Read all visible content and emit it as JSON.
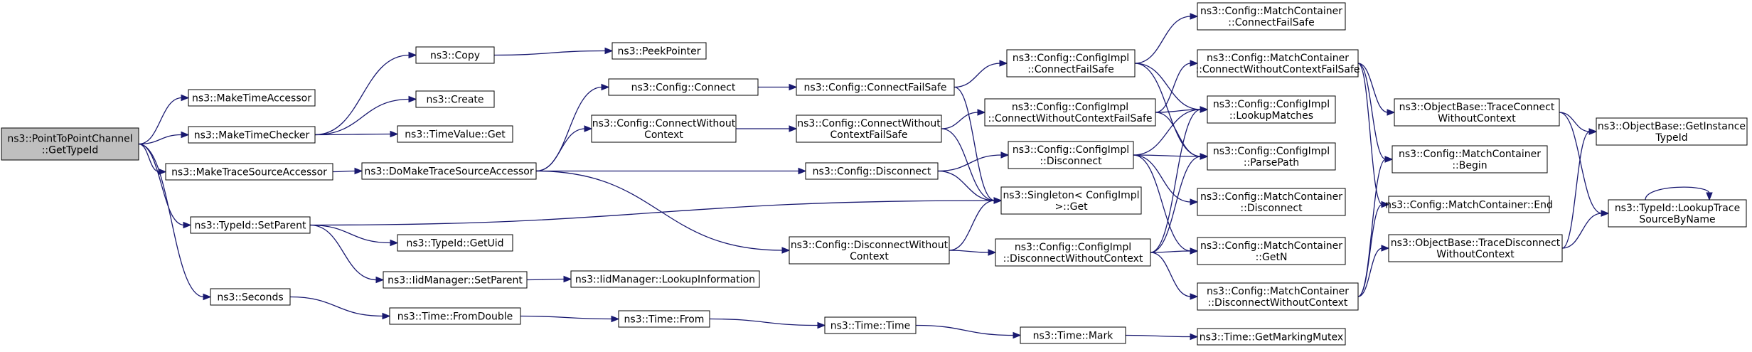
{
  "graph": {
    "edge_color": "#191970",
    "root_fill": "#bfbfbf",
    "nodes": [
      {
        "id": "root",
        "lines": [
          "ns3::PointToPointChannel",
          "::GetTypeId"
        ]
      },
      {
        "id": "makeTimeAccessor",
        "lines": [
          "ns3::MakeTimeAccessor"
        ]
      },
      {
        "id": "makeTimeChecker",
        "lines": [
          "ns3::MakeTimeChecker"
        ]
      },
      {
        "id": "makeTraceSourceAccessor",
        "lines": [
          "ns3::MakeTraceSourceAccessor"
        ]
      },
      {
        "id": "typeIdSetParent",
        "lines": [
          "ns3::TypeId::SetParent"
        ]
      },
      {
        "id": "seconds",
        "lines": [
          "ns3::Seconds"
        ]
      },
      {
        "id": "copy",
        "lines": [
          "ns3::Copy"
        ]
      },
      {
        "id": "create",
        "lines": [
          "ns3::Create"
        ]
      },
      {
        "id": "timeValueGet",
        "lines": [
          "ns3::TimeValue::Get"
        ]
      },
      {
        "id": "doMakeTraceSourceAccessor",
        "lines": [
          "ns3::DoMakeTraceSourceAccessor"
        ]
      },
      {
        "id": "getUid",
        "lines": [
          "ns3::TypeId::GetUid"
        ]
      },
      {
        "id": "iidSetParent",
        "lines": [
          "ns3::IidManager::SetParent"
        ]
      },
      {
        "id": "timeFromDouble",
        "lines": [
          "ns3::Time::FromDouble"
        ]
      },
      {
        "id": "peekPointer",
        "lines": [
          "ns3::PeekPointer"
        ]
      },
      {
        "id": "configConnect",
        "lines": [
          "ns3::Config::Connect"
        ]
      },
      {
        "id": "configConnectWithoutContext",
        "lines": [
          "ns3::Config::ConnectWithout",
          "Context"
        ]
      },
      {
        "id": "iidLookupInformation",
        "lines": [
          "ns3::IidManager::LookupInformation"
        ]
      },
      {
        "id": "timeFrom",
        "lines": [
          "ns3::Time::From"
        ]
      },
      {
        "id": "configConnectFailSafe",
        "lines": [
          "ns3::Config::ConnectFailSafe"
        ]
      },
      {
        "id": "configConnectWithoutContextFailSafe",
        "lines": [
          "ns3::Config::ConnectWithout",
          "ContextFailSafe"
        ]
      },
      {
        "id": "configDisconnect",
        "lines": [
          "ns3::Config::Disconnect"
        ]
      },
      {
        "id": "configDisconnectWithoutContext",
        "lines": [
          "ns3::Config::DisconnectWithout",
          "Context"
        ]
      },
      {
        "id": "timeTime",
        "lines": [
          "ns3::Time::Time"
        ]
      },
      {
        "id": "implConnectFailSafe",
        "lines": [
          "ns3::Config::ConfigImpl",
          "::ConnectFailSafe"
        ]
      },
      {
        "id": "implConnectWithoutContextFailSafe",
        "lines": [
          "ns3::Config::ConfigImpl",
          "::ConnectWithoutContextFailSafe"
        ]
      },
      {
        "id": "implDisconnect",
        "lines": [
          "ns3::Config::ConfigImpl",
          "::Disconnect"
        ]
      },
      {
        "id": "singletonGet",
        "lines": [
          "ns3::Singleton< ConfigImpl",
          ">::Get"
        ]
      },
      {
        "id": "implDisconnectWithoutContext",
        "lines": [
          "ns3::Config::ConfigImpl",
          "::DisconnectWithoutContext"
        ]
      },
      {
        "id": "timeMark",
        "lines": [
          "ns3::Time::Mark"
        ]
      },
      {
        "id": "mcConnectFailSafe",
        "lines": [
          "ns3::Config::MatchContainer",
          "::ConnectFailSafe"
        ]
      },
      {
        "id": "mcConnectWithoutContextFailSafe",
        "lines": [
          "ns3::Config::MatchContainer",
          "::ConnectWithoutContextFailSafe"
        ]
      },
      {
        "id": "implLookupMatches",
        "lines": [
          "ns3::Config::ConfigImpl",
          "::LookupMatches"
        ]
      },
      {
        "id": "implParsePath",
        "lines": [
          "ns3::Config::ConfigImpl",
          "::ParsePath"
        ]
      },
      {
        "id": "mcDisconnect",
        "lines": [
          "ns3::Config::MatchContainer",
          "::Disconnect"
        ]
      },
      {
        "id": "mcGetN",
        "lines": [
          "ns3::Config::MatchContainer",
          "::GetN"
        ]
      },
      {
        "id": "mcDisconnectWithoutContext",
        "lines": [
          "ns3::Config::MatchContainer",
          "::DisconnectWithoutContext"
        ]
      },
      {
        "id": "timeGetMarkingMutex",
        "lines": [
          "ns3::Time::GetMarkingMutex"
        ]
      },
      {
        "id": "obTraceConnectWithoutContext",
        "lines": [
          "ns3::ObjectBase::TraceConnect",
          "WithoutContext"
        ]
      },
      {
        "id": "mcBegin",
        "lines": [
          "ns3::Config::MatchContainer",
          "::Begin"
        ]
      },
      {
        "id": "mcEnd",
        "lines": [
          "ns3::Config::MatchContainer::End"
        ]
      },
      {
        "id": "obTraceDisconnectWithoutContext",
        "lines": [
          "ns3::ObjectBase::TraceDisconnect",
          "WithoutContext"
        ]
      },
      {
        "id": "obGetInstanceTypeId",
        "lines": [
          "ns3::ObjectBase::GetInstance",
          "TypeId"
        ]
      },
      {
        "id": "typeIdLookupTraceSourceByName",
        "lines": [
          "ns3::TypeId::LookupTrace",
          "SourceByName"
        ]
      }
    ],
    "edges": [
      [
        "root",
        "makeTimeAccessor"
      ],
      [
        "root",
        "makeTimeChecker"
      ],
      [
        "root",
        "makeTraceSourceAccessor"
      ],
      [
        "root",
        "typeIdSetParent"
      ],
      [
        "root",
        "seconds"
      ],
      [
        "makeTimeChecker",
        "copy"
      ],
      [
        "makeTimeChecker",
        "create"
      ],
      [
        "makeTimeChecker",
        "timeValueGet"
      ],
      [
        "copy",
        "peekPointer"
      ],
      [
        "makeTraceSourceAccessor",
        "doMakeTraceSourceAccessor"
      ],
      [
        "doMakeTraceSourceAccessor",
        "configConnect"
      ],
      [
        "doMakeTraceSourceAccessor",
        "configConnectWithoutContext"
      ],
      [
        "doMakeTraceSourceAccessor",
        "configDisconnect"
      ],
      [
        "doMakeTraceSourceAccessor",
        "configDisconnectWithoutContext"
      ],
      [
        "typeIdSetParent",
        "getUid"
      ],
      [
        "typeIdSetParent",
        "iidSetParent"
      ],
      [
        "typeIdSetParent",
        "singletonGet"
      ],
      [
        "iidSetParent",
        "iidLookupInformation"
      ],
      [
        "seconds",
        "timeFromDouble"
      ],
      [
        "timeFromDouble",
        "timeFrom"
      ],
      [
        "timeFrom",
        "timeTime"
      ],
      [
        "timeTime",
        "timeMark"
      ],
      [
        "timeMark",
        "timeGetMarkingMutex"
      ],
      [
        "configConnect",
        "configConnectFailSafe"
      ],
      [
        "configConnectWithoutContext",
        "configConnectWithoutContextFailSafe"
      ],
      [
        "configConnectFailSafe",
        "implConnectFailSafe"
      ],
      [
        "configConnectFailSafe",
        "singletonGet"
      ],
      [
        "configConnectWithoutContextFailSafe",
        "implConnectWithoutContextFailSafe"
      ],
      [
        "configConnectWithoutContextFailSafe",
        "singletonGet"
      ],
      [
        "configDisconnect",
        "implDisconnect"
      ],
      [
        "configDisconnect",
        "singletonGet"
      ],
      [
        "configDisconnectWithoutContext",
        "implDisconnectWithoutContext"
      ],
      [
        "configDisconnectWithoutContext",
        "singletonGet"
      ],
      [
        "implConnectFailSafe",
        "mcConnectFailSafe"
      ],
      [
        "implConnectFailSafe",
        "implLookupMatches"
      ],
      [
        "implConnectFailSafe",
        "implParsePath"
      ],
      [
        "implConnectWithoutContextFailSafe",
        "mcConnectWithoutContextFailSafe"
      ],
      [
        "implConnectWithoutContextFailSafe",
        "implLookupMatches"
      ],
      [
        "implConnectWithoutContextFailSafe",
        "implParsePath"
      ],
      [
        "implDisconnect",
        "implLookupMatches"
      ],
      [
        "implDisconnect",
        "implParsePath"
      ],
      [
        "implDisconnect",
        "mcDisconnect"
      ],
      [
        "implDisconnect",
        "mcGetN"
      ],
      [
        "implDisconnectWithoutContext",
        "implLookupMatches"
      ],
      [
        "implDisconnectWithoutContext",
        "implParsePath"
      ],
      [
        "implDisconnectWithoutContext",
        "mcGetN"
      ],
      [
        "implDisconnectWithoutContext",
        "mcDisconnectWithoutContext"
      ],
      [
        "mcConnectWithoutContextFailSafe",
        "obTraceConnectWithoutContext"
      ],
      [
        "mcConnectWithoutContextFailSafe",
        "mcBegin"
      ],
      [
        "mcConnectWithoutContextFailSafe",
        "mcEnd"
      ],
      [
        "mcDisconnectWithoutContext",
        "mcBegin"
      ],
      [
        "mcDisconnectWithoutContext",
        "mcEnd"
      ],
      [
        "mcDisconnectWithoutContext",
        "obTraceDisconnectWithoutContext"
      ],
      [
        "obTraceConnectWithoutContext",
        "obGetInstanceTypeId"
      ],
      [
        "obTraceConnectWithoutContext",
        "typeIdLookupTraceSourceByName"
      ],
      [
        "obTraceDisconnectWithoutContext",
        "obGetInstanceTypeId"
      ],
      [
        "obTraceDisconnectWithoutContext",
        "typeIdLookupTraceSourceByName"
      ],
      [
        "typeIdLookupTraceSourceByName",
        "typeIdLookupTraceSourceByName"
      ]
    ]
  }
}
